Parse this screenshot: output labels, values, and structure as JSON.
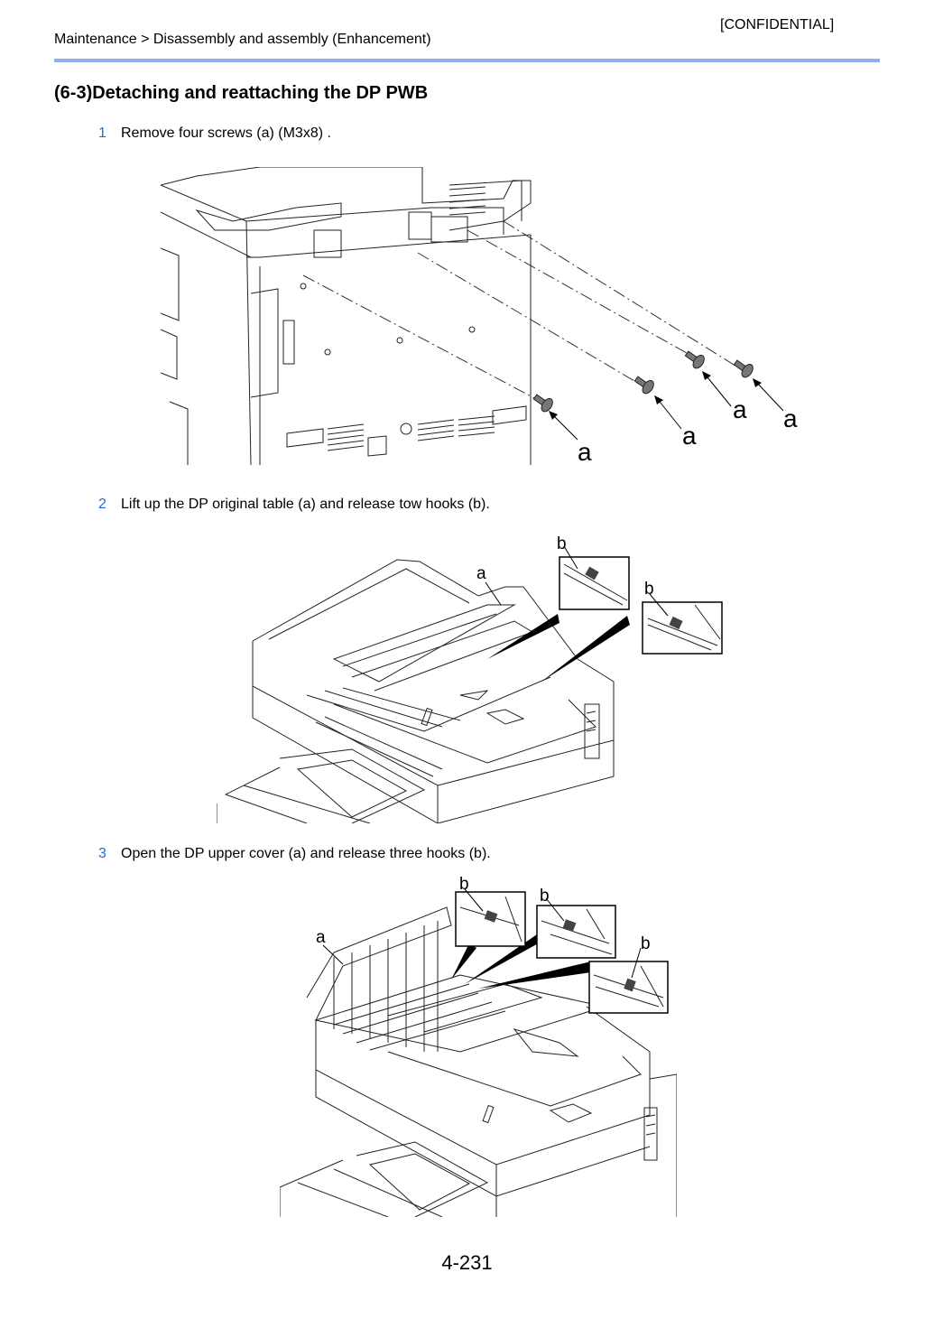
{
  "header": {
    "confidential": "[CONFIDENTIAL]",
    "breadcrumb": "Maintenance > Disassembly and assembly (Enhancement)"
  },
  "section": {
    "title": "(6-3)Detaching and reattaching the DP PWB"
  },
  "steps": [
    {
      "number": "1",
      "text": "Remove four screws (a) (M3x8) ."
    },
    {
      "number": "2",
      "text": "Lift up the DP original table (a) and release tow hooks (b)."
    },
    {
      "number": "3",
      "text": "Open the DP upper cover (a) and release three hooks (b)."
    }
  ],
  "figures": {
    "fig1": {
      "labels": [
        "a",
        "a",
        "a",
        "a"
      ]
    },
    "fig2": {
      "labels": [
        "a",
        "b",
        "b"
      ]
    },
    "fig3": {
      "labels": [
        "a",
        "b",
        "b",
        "b"
      ]
    }
  },
  "footer": {
    "page_number": "4-231"
  }
}
